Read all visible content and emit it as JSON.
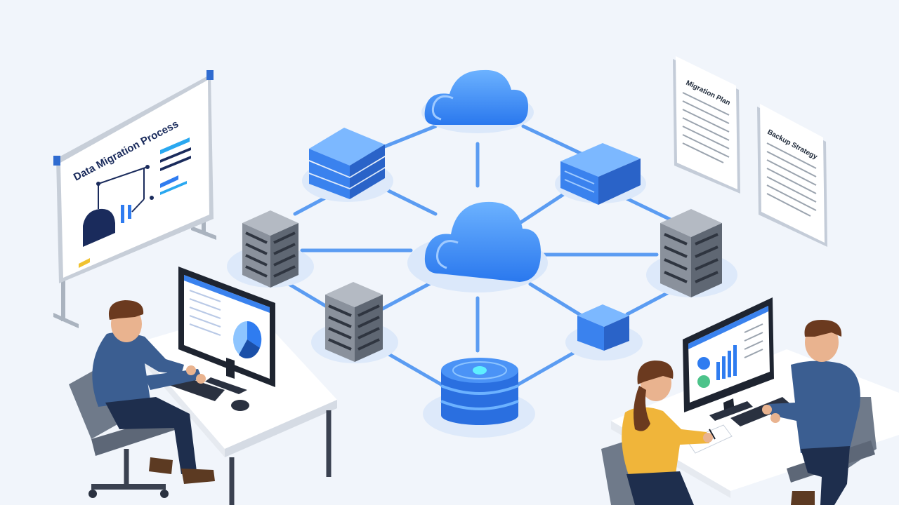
{
  "whiteboard": {
    "title": "Data Migration Process"
  },
  "documents": [
    {
      "title": "Migration Plan"
    },
    {
      "title": "Backup Strategy"
    }
  ],
  "colors": {
    "background": "#f1f5fb",
    "accent_blue": "#2f7cf0",
    "light_blue": "#6aaef8",
    "navy": "#1a2b5c",
    "server_gray": "#7b828c",
    "shirt_blue": "#3b5e91",
    "shirt_yellow": "#f0b53a"
  },
  "icons": [
    "cloud-icon",
    "storage-stack-icon",
    "server-rack-icon",
    "database-icon",
    "cube-icon",
    "monitor-icon",
    "document-icon"
  ]
}
